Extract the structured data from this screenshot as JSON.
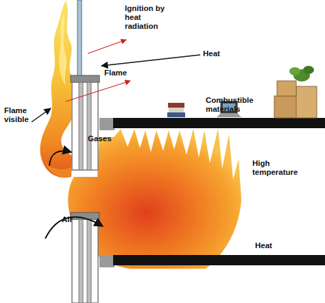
{
  "diagram": {
    "labels": [
      "Ignition by heat radiation",
      "Heat",
      "Combustible materials",
      "Flame",
      "Flame visible",
      "Gases",
      "High temperature",
      "Air",
      "Heat"
    ]
  }
}
